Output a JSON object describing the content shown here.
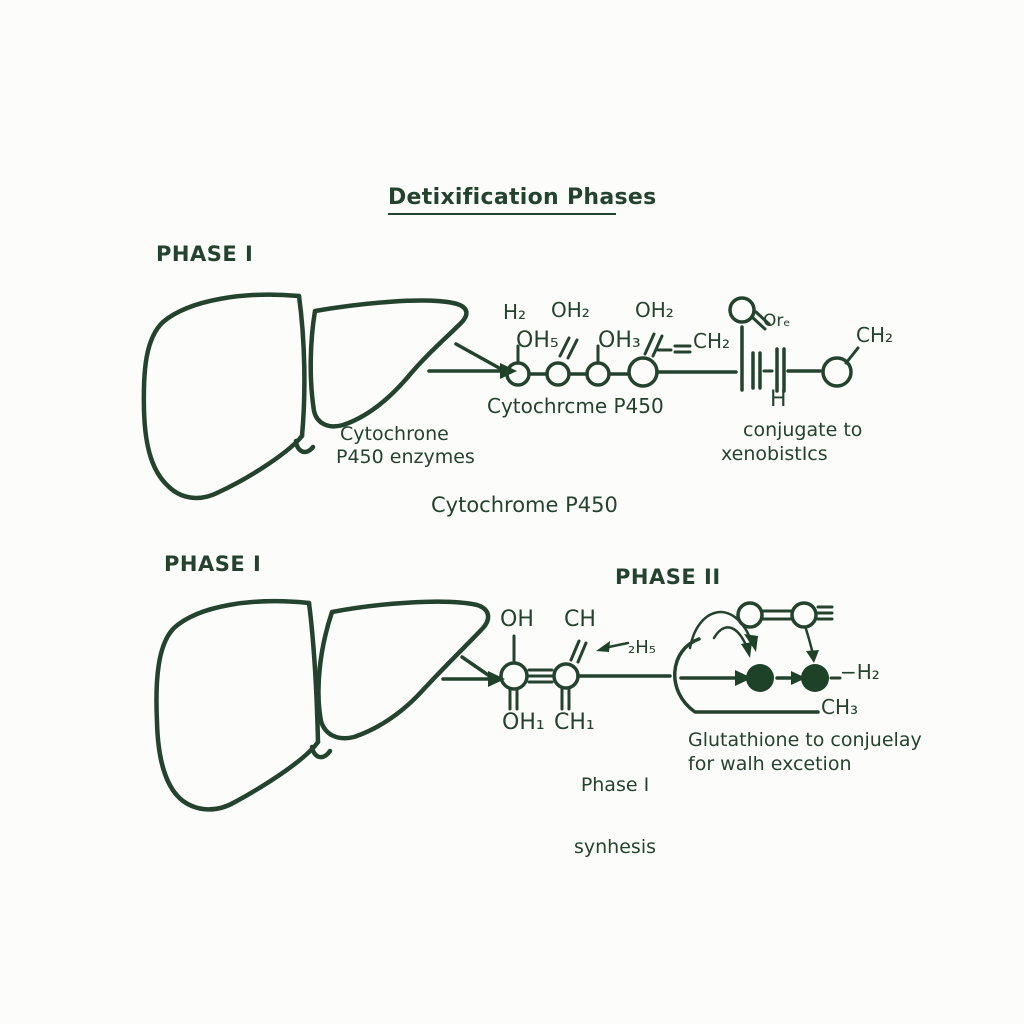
{
  "colors": {
    "ink": "#24432e",
    "fill": "#1d4228",
    "background": "#fcfcfa"
  },
  "title": "Detixification Phases",
  "sections": {
    "phase1_top": "PHASE I",
    "phase1_bottom": "PHASE I",
    "phase2": "PHASE II"
  },
  "labels": {
    "cytochrome_under_chain": "Cytochrcme P450",
    "cytochrome_enzymes": [
      "Cytochrone",
      "P450 enzymes"
    ],
    "conjugate": [
      "conjugate to",
      "xenobistIcs"
    ],
    "cytochrome_big": "Cytochrome P450",
    "phase1_synthesis": [
      "Phase I",
      "synhesis"
    ],
    "glutathione": [
      "Glutathione to conjuelay",
      "for walh excetion"
    ]
  },
  "chem_phase1": {
    "h2": "H₂",
    "oh2_left": "OH₂",
    "oh2_right": "OH₂",
    "oh5": "OH₅",
    "oh3": "OH₃",
    "ch2": "CH₂",
    "ore": "Orₑ",
    "h": "H",
    "ch2_right": "CH₂"
  },
  "chem_phase2": {
    "oh": "OH",
    "ch": "CH",
    "h5": "₂H₅",
    "oh1": "OH₁",
    "ch1": "CH₁",
    "h2": "−H₂",
    "ch3": "CH₃"
  }
}
